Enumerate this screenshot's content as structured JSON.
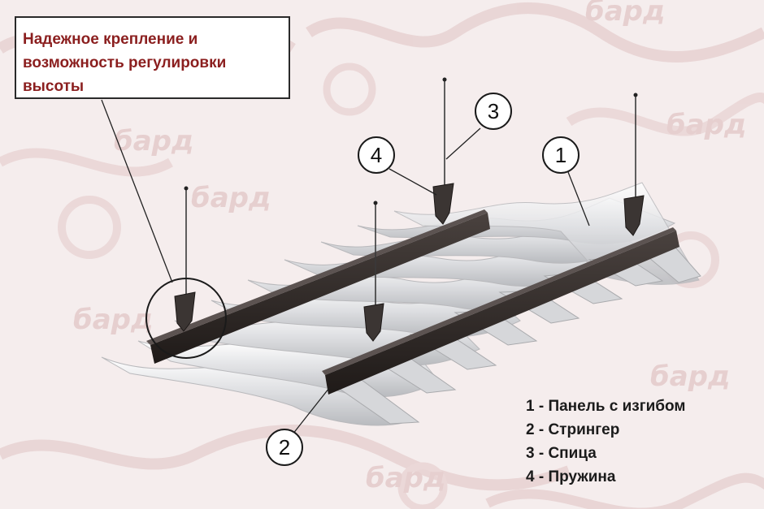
{
  "callout": {
    "text": "Надежное крепление и возможность регулировки высоты"
  },
  "callout_lines": [
    "Надежное крепление и",
    "возможность регулировки",
    "высоты"
  ],
  "markers": [
    {
      "number": "1"
    },
    {
      "number": "2"
    },
    {
      "number": "3"
    },
    {
      "number": "4"
    }
  ],
  "legend": [
    "1 - Панель с изгибом",
    "2 - Стрингер",
    "3 - Спица",
    "4 - Пружина"
  ],
  "watermark": {
    "text": "бард"
  },
  "colors": {
    "background": "#f5eded",
    "pattern": "#e6cfcf",
    "stringer": "#2b2624",
    "panel": "#e9e9ea",
    "callout_text": "#8b1f1f"
  }
}
